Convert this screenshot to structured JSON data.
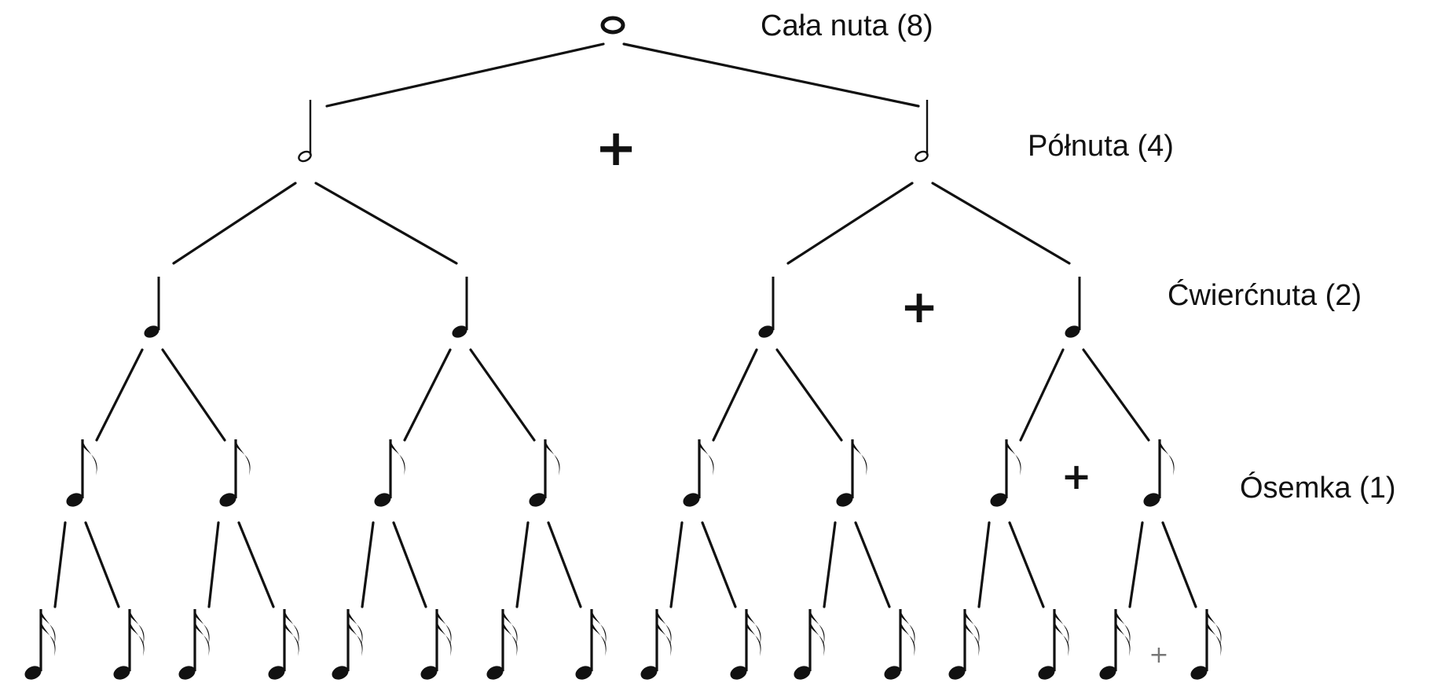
{
  "diagram": {
    "levels": [
      {
        "label": "Cała nuta (8)",
        "note": "whole-note"
      },
      {
        "label": "Półnuta (4)",
        "note": "half-note"
      },
      {
        "label": "Ćwierćnuta (2)",
        "note": "quarter-note"
      },
      {
        "label": "Ósemka (1)",
        "note": "eighth-note"
      },
      {
        "label": "",
        "note": "sixteenth-note"
      }
    ],
    "plus_sign": "+",
    "colors": {
      "ink": "#111111",
      "plus_small": "#666666"
    }
  }
}
